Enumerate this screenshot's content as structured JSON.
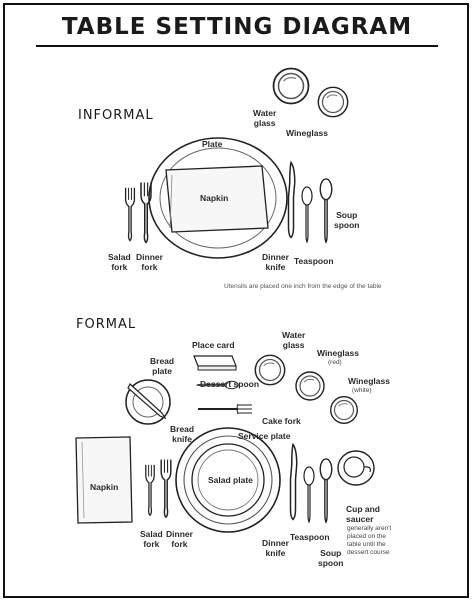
{
  "title": "TABLE SETTING DIAGRAM",
  "informal": {
    "heading": "INFORMAL",
    "labels": {
      "plate": "Plate",
      "napkin": "Napkin",
      "water_glass": "Water\nglass",
      "wineglass": "Wineglass",
      "soup_spoon": "Soup\nspoon",
      "salad_fork": "Salad\nfork",
      "dinner_fork": "Dinner\nfork",
      "dinner_knife": "Dinner\nknife",
      "teaspoon": "Teaspoon"
    },
    "note": "Utensils are placed one inch from the edge of the table"
  },
  "formal": {
    "heading": "FORMAL",
    "labels": {
      "place_card": "Place card",
      "water_glass": "Water\nglass",
      "wineglass_red": "Wineglass",
      "red": "(red)",
      "wineglass_white": "Wineglass",
      "white": "(white)",
      "bread_plate": "Bread\nplate",
      "dessert_spoon": "Dessert spoon",
      "cake_fork": "Cake fork",
      "bread_knife": "Bread\nknife",
      "service_plate": "Service plate",
      "salad_plate": "Salad plate",
      "napkin": "Napkin",
      "salad_fork": "Salad\nfork",
      "dinner_fork": "Dinner\nfork",
      "dinner_knife": "Dinner\nknife",
      "teaspoon": "Teaspoon",
      "soup_spoon": "Soup\nspoon",
      "cup_saucer": "Cup and\nsaucer",
      "cup_note": "generally aren't\nplaced on the\ntable until the\ndessert course"
    }
  }
}
